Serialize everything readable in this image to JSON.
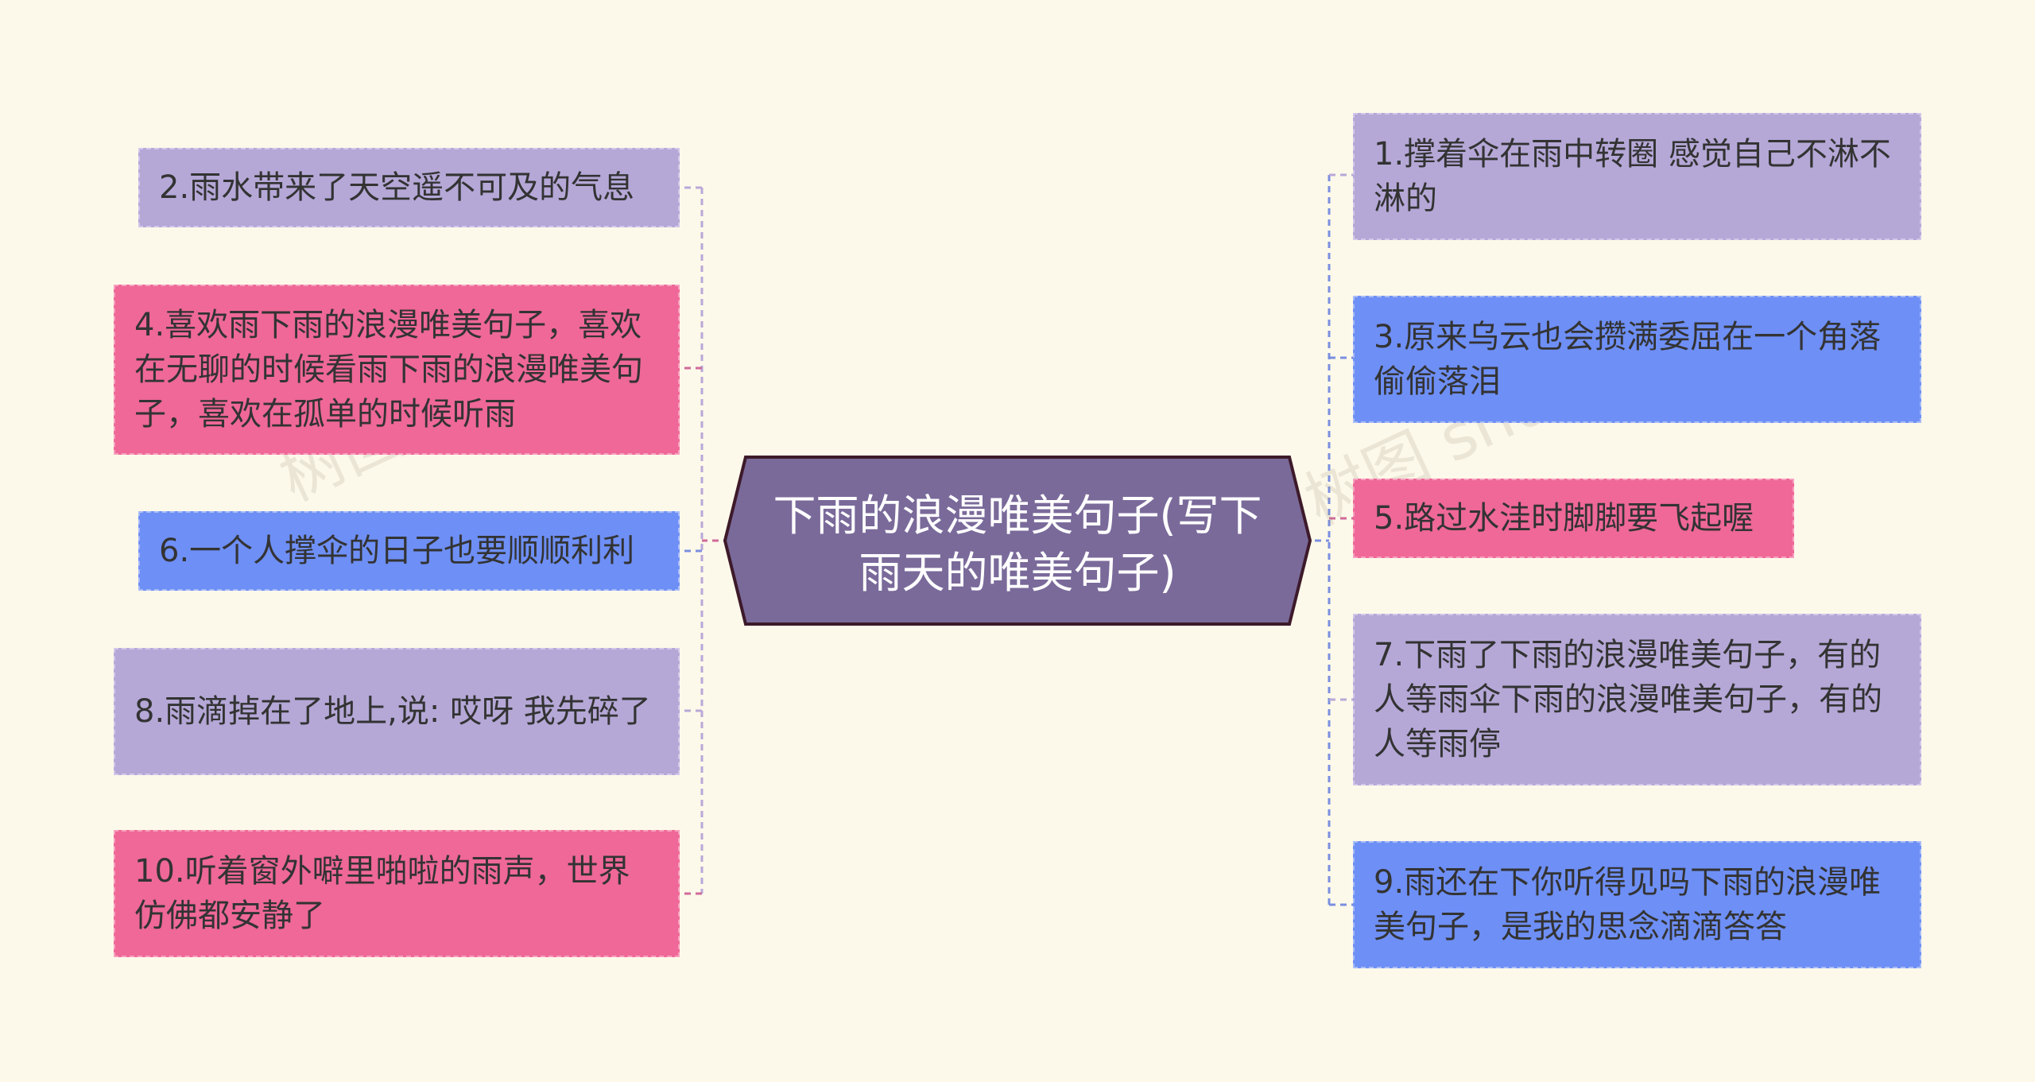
{
  "colors": {
    "background": "#fdf9ea",
    "center_fill": "#7a6a9a",
    "center_border": "#3d1a2a",
    "purple": "#b5a8d7",
    "pink": "#ef6897",
    "blue": "#6e8ff5",
    "line_left": "#d06a9a",
    "line_right": "#7a8fe0"
  },
  "center": {
    "title": "下雨的浪漫唯美句子(写下雨天的唯美句子)"
  },
  "left_nodes": [
    {
      "label": "2.雨水带来了天空遥不可及的气息",
      "color": "purple"
    },
    {
      "label": "4.喜欢雨下雨的浪漫唯美句子，喜欢在无聊的时候看雨下雨的浪漫唯美句子，喜欢在孤单的时候听雨",
      "color": "pink"
    },
    {
      "label": "6.一个人撑伞的日子也要顺顺利利",
      "color": "blue"
    },
    {
      "label": "8.雨滴掉在了地上,说: 哎呀 我先碎了",
      "color": "purple"
    },
    {
      "label": "10.听着窗外噼里啪啦的雨声，世界仿佛都安静了",
      "color": "pink"
    }
  ],
  "right_nodes": [
    {
      "label": "1.撑着伞在雨中转圈 感觉自己不淋不淋的",
      "color": "purple"
    },
    {
      "label": "3.原来乌云也会攒满委屈在一个角落偷偷落泪",
      "color": "blue"
    },
    {
      "label": "5.路过水洼时脚脚要飞起喔",
      "color": "pink"
    },
    {
      "label": "7.下雨了下雨的浪漫唯美句子，有的人等雨伞下雨的浪漫唯美句子，有的人等雨停",
      "color": "purple"
    },
    {
      "label": "9.雨还在下你听得见吗下雨的浪漫唯美句子，是我的思念滴滴答答",
      "color": "blue"
    }
  ],
  "watermark": "树图 shutu.cn"
}
